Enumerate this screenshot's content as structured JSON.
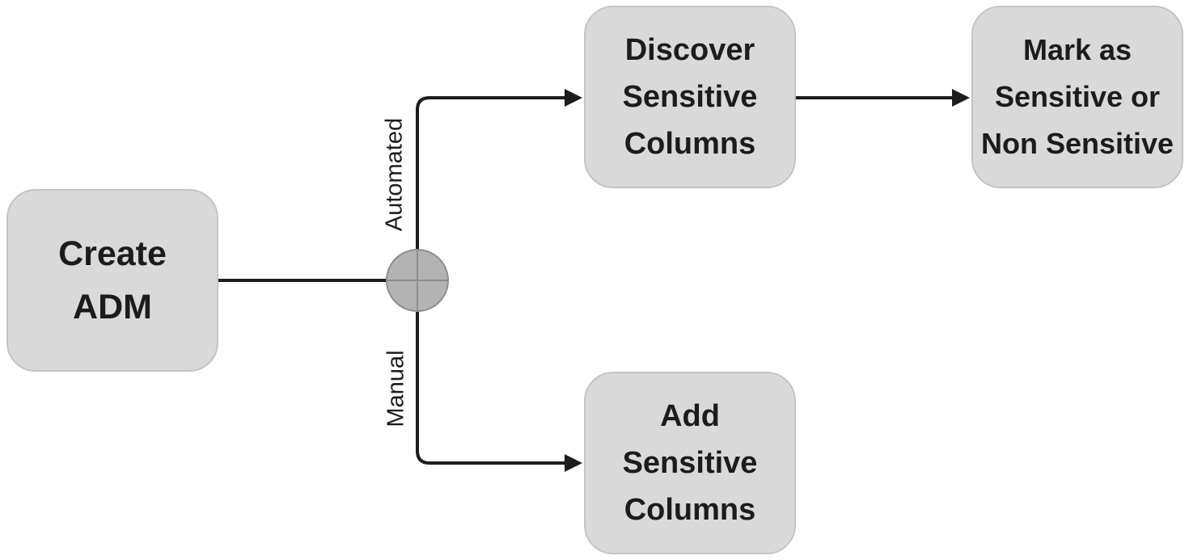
{
  "nodes": {
    "create_adm": {
      "lines": [
        "Create",
        "ADM"
      ]
    },
    "discover": {
      "lines": [
        "Discover",
        "Sensitive",
        "Columns"
      ]
    },
    "mark": {
      "lines": [
        "Mark as",
        "Sensitive or",
        "Non Sensitive"
      ]
    },
    "add": {
      "lines": [
        "Add",
        "Sensitive",
        "Columns"
      ]
    }
  },
  "edges": {
    "automated_label": "Automated",
    "manual_label": "Manual"
  },
  "colors": {
    "node_fill": "#d9d9d9",
    "node_border": "#c4c4c4",
    "gateway_fill": "#b3b3b3",
    "gateway_border": "#8c8c8c",
    "line": "#1c1c1c"
  },
  "gateway": {
    "icon": "plus-gateway-icon"
  }
}
